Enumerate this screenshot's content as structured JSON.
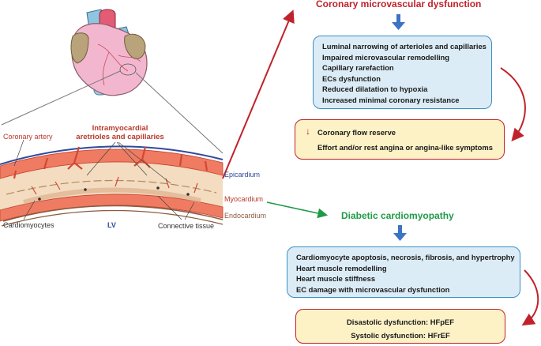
{
  "labels": {
    "intramyocardial": [
      "Intramyocardial",
      "aretrioles and capillaries"
    ],
    "coronary_artery": "Coronary artery",
    "epicardium": "Epicardium",
    "myocardium": "Myocardium",
    "endocardium": "Endocardium",
    "cardiomyocytes": "Cardiomyocytes",
    "lv": "LV",
    "connective_tissue": "Connective tissue"
  },
  "coronary": {
    "title": "Coronary microvascular dysfunction",
    "mechanisms": [
      "Luminal narrowing of arterioles and capillaries",
      "Impaired microvascular remodelling",
      "Capillary rarefaction",
      "ECs dysfunction",
      "Reduced dilatation to hypoxia",
      "Increased minimal coronary resistance"
    ],
    "outcome_arrow": "↓",
    "outcomes": [
      "Coronary flow reserve",
      "Effort and/or rest angina or angina-like symptoms"
    ]
  },
  "cardiomyopathy": {
    "title": "Diabetic cardiomyopathy",
    "mechanisms": [
      "Cardiomyocyte apoptosis, necrosis, fibrosis, and hypertrophy",
      "Heart muscle remodelling",
      "Heart muscle stiffness",
      "EC damage with microvascular dysfunction"
    ],
    "outcomes": [
      "Disastolic dysfunction: HFpEF",
      "Systolic dysfunction: HFrEF"
    ]
  },
  "colors": {
    "dark_red": "#c0222b",
    "green": "#1f9a48",
    "blue_arrow": "#3b74c4",
    "blue_box_fill": "#dcecf6",
    "blue_box_border": "#3a8fc4",
    "yellow_box_fill": "#fdf1c6",
    "epicardium_blue": "#2f4a9b",
    "vessel_red": "#e05a45",
    "text_red": "#b83a2c"
  }
}
